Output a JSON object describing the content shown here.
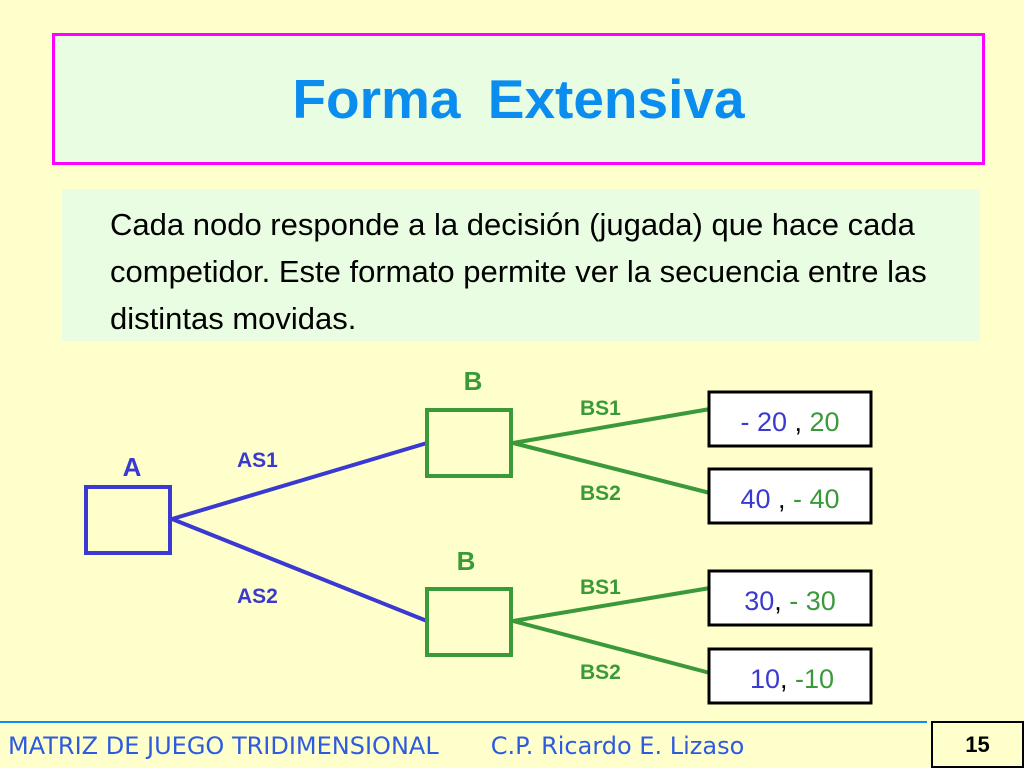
{
  "title": "Forma  Extensiva",
  "description": "Cada nodo responde a la decisión (jugada) que hace cada competidor. Este formato permite ver la secuencia entre las distintas movidas.",
  "tree": {
    "root_label": "A",
    "upper_node_label": "B",
    "lower_node_label": "B",
    "edge_as1": "AS1",
    "edge_as2": "AS2",
    "upper_bs1": "BS1",
    "upper_bs2": "BS2",
    "lower_bs1": "BS1",
    "lower_bs2": "BS2",
    "payoffs": [
      {
        "a": "- 20",
        "sep": " , ",
        "b": "20"
      },
      {
        "a": "40",
        "sep": " , ",
        "b": "- 40"
      },
      {
        "a": "30",
        "sep": ", ",
        "b": "- 30"
      },
      {
        "a": "10",
        "sep": ", ",
        "b": "-10"
      }
    ]
  },
  "colors": {
    "player_a": "#3a3ad0",
    "player_b": "#3a9a3a",
    "title": "#0b8df0",
    "title_border": "#ff00ff",
    "panel": "#e8fde1",
    "background": "#ffffcc"
  },
  "footer": {
    "left": "MATRIZ DE JUEGO TRIDIMENSIONAL",
    "right": "C.P. Ricardo E. Lizaso",
    "page": "15"
  }
}
